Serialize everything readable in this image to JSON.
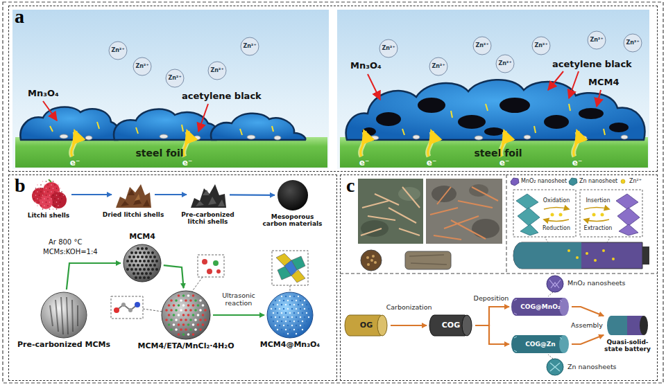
{
  "diagram": {
    "nodes": [
      {
        "text": [
          "a"
        ]
      },
      {
        "text": [
          "b"
        ]
      },
      {
        "text": [
          "Litchi shells"
        ],
        "in": 1
      },
      {
        "text": [
          "Dried litchi shells"
        ],
        "in": 1
      },
      {
        "text": [
          "Pre-carbonized litchi shells"
        ],
        "in": 1
      },
      {
        "text": [
          "Mesoporous carbon materials"
        ],
        "in": 1
      },
      {
        "text": [
          "Pre-carbonized MCMs"
        ],
        "in": 1
      },
      {
        "text": [
          "MCM4"
        ],
        "in": 1
      },
      {
        "text": [
          "MCM4/ETA/MnCl₂·4H₂O"
        ],
        "in": 1
      },
      {
        "text": [
          "MCM4@Mn₃O₄"
        ],
        "in": 1
      },
      {
        "text": [
          "c"
        ]
      },
      {
        "text": [
          "OG"
        ],
        "in": 10
      },
      {
        "text": [
          "COG"
        ],
        "in": 10
      },
      {
        "text": [
          "COG@MnO₂"
        ],
        "in": 10
      },
      {
        "text": [
          "COG@Zn"
        ],
        "in": 10
      },
      {
        "text": [
          "Quasi-solid-state battery"
        ],
        "in": 10
      }
    ],
    "edges": [
      {
        "from": 2,
        "to": 3,
        "arrow": "to"
      },
      {
        "from": 3,
        "to": 4,
        "arrow": "to"
      },
      {
        "from": 4,
        "to": 5,
        "arrow": "to"
      },
      {
        "from": 6,
        "to": 7,
        "arrow": "to"
      },
      {
        "from": 7,
        "to": 8,
        "arrow": "to"
      },
      {
        "from": 8,
        "to": 9,
        "arrow": "to",
        "label": "Ultrasonic reaction"
      },
      {
        "from": 11,
        "to": 12,
        "arrow": "to",
        "label": "Carbonization"
      },
      {
        "from": 12,
        "to": 13,
        "arrow": "to"
      },
      {
        "from": 12,
        "to": 14,
        "arrow": "to"
      },
      {
        "from": 13,
        "to": 15,
        "arrow": "to"
      },
      {
        "from": 14,
        "to": 15,
        "arrow": "to"
      }
    ],
    "labels": [
      "Zn²⁺",
      "Zn²⁺",
      "Zn²⁺",
      "Zn²⁺",
      "Zn²⁺",
      "Mn₃O₄",
      "acetylene black",
      "steel foil",
      "e⁻",
      "e⁻",
      "Zn²⁺",
      "Zn²⁺",
      "Zn²⁺",
      "Zn²⁺",
      "Zn²⁺",
      "Zn²⁺",
      "Zn²⁺",
      "Mn₃O₄",
      "acetylene black",
      "MCM4",
      "steel foil",
      "e⁻",
      "e⁻",
      "e⁻",
      "e⁻",
      "Ar 800 °C",
      "MCMs:KOH=1:4",
      "Oxidation",
      "Reduction",
      "Insertion",
      "Extraction",
      "Deposition",
      "MnO₂ nanosheets",
      "Assembly",
      "Zn nanosheets"
    ],
    "legend": [
      {
        "text": "MnO₂ nanosheet"
      },
      {
        "text": "Zn nanosheet"
      },
      {
        "text": "Zn²⁺"
      }
    ]
  }
}
